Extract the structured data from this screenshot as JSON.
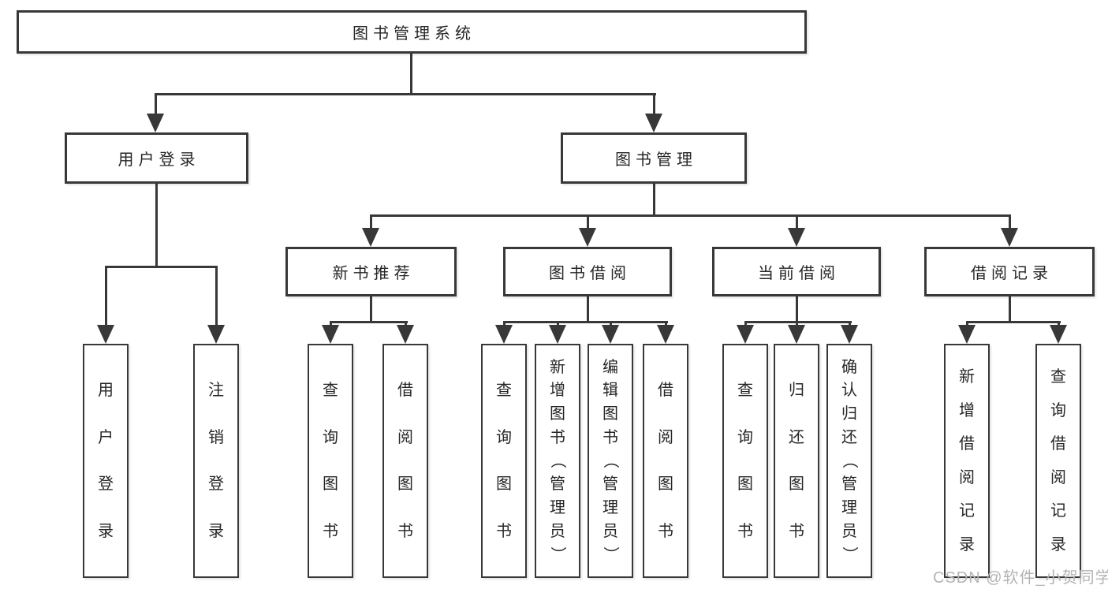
{
  "diagram": {
    "title_node": "图书管理系统",
    "level1_nodes": [
      "用户登录",
      "图书管理"
    ],
    "level2_nodes": [
      "新书推荐",
      "图书借阅",
      "当前借阅",
      "借阅记录"
    ],
    "leaf_groups": {
      "under_user_login": [
        "用户登录",
        "注销登录"
      ],
      "under_new_book": [
        "查询图书",
        "借阅图书"
      ],
      "under_book_borrow": [
        "查询图书",
        "新增图书（管理员）",
        "编辑图书（管理员）",
        "借阅图书"
      ],
      "under_current_borrow": [
        "查询图书",
        "归还图书",
        "确认归还（管理员）"
      ],
      "under_borrow_record": [
        "新增借阅记录",
        "查询借阅记录"
      ]
    },
    "hierarchy": {
      "图书管理系统": [
        "用户登录",
        "图书管理"
      ],
      "用户登录": [
        "用户登录",
        "注销登录"
      ],
      "图书管理": [
        "新书推荐",
        "图书借阅",
        "当前借阅",
        "借阅记录"
      ],
      "新书推荐": [
        "查询图书",
        "借阅图书"
      ],
      "图书借阅": [
        "查询图书",
        "新增图书（管理员）",
        "编辑图书（管理员）",
        "借阅图书"
      ],
      "当前借阅": [
        "查询图书",
        "归还图书",
        "确认归还（管理员）"
      ],
      "借阅记录": [
        "新增借阅记录",
        "查询借阅记录"
      ]
    }
  },
  "watermark": {
    "text": "CSDN @软件_小贺同学"
  },
  "colors": {
    "line": "#383838",
    "box_border": "#383838",
    "text": "#262626",
    "box_fill": "#ffffff",
    "background": "#ffffff",
    "watermark": "#b4b4b4"
  }
}
